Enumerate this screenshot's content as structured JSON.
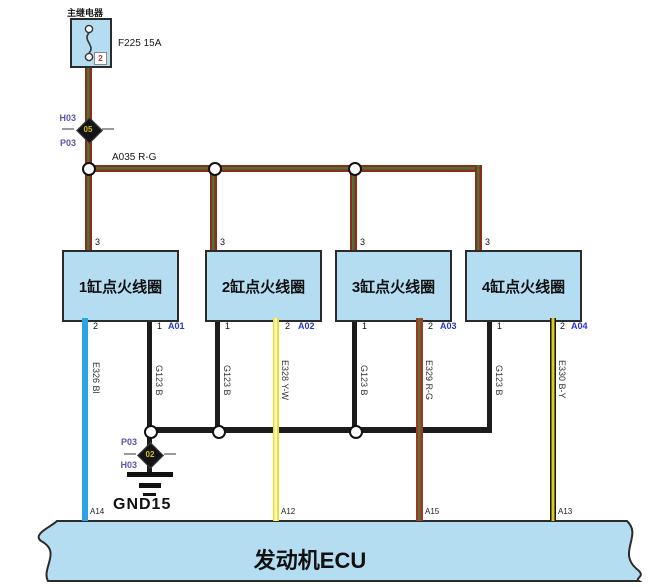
{
  "relay": {
    "title": "主继电器",
    "fuse_label": "F225 15A",
    "terminal": "2"
  },
  "top_connector": {
    "label_top": "H03",
    "label_bottom": "P03",
    "code": "05"
  },
  "power_bus": {
    "wire_label": "A035 R-G"
  },
  "coils": [
    {
      "name": "1缸点火线圈",
      "terminal_top": "3",
      "terminal_left": "2",
      "terminal_right": "1",
      "connector_pin": "A01"
    },
    {
      "name": "2缸点火线圈",
      "terminal_top": "3",
      "terminal_left": "1",
      "terminal_right": "2",
      "connector_pin": "A02"
    },
    {
      "name": "3缸点火线圈",
      "terminal_top": "3",
      "terminal_left": "1",
      "terminal_right": "2",
      "connector_pin": "A03"
    },
    {
      "name": "4缸点火线圈",
      "terminal_top": "3",
      "terminal_left": "1",
      "terminal_right": "2",
      "connector_pin": "A04"
    }
  ],
  "wire_labels": {
    "e326": "E326 Bl",
    "g123_1": "G123 B",
    "g123_2": "G123 B",
    "e328": "E328 Y-W",
    "g123_3": "G123 B",
    "e329": "E329 R-G",
    "g123_4": "G123 B",
    "e330": "E330 B-Y"
  },
  "bottom_connector": {
    "label_top": "P03",
    "label_bottom": "H03",
    "code": "02"
  },
  "ground": {
    "label": "GND15"
  },
  "ecu": {
    "title": "发动机ECU",
    "pins": [
      "A14",
      "A12",
      "A15",
      "A13"
    ]
  },
  "colors": {
    "box_fill": "#b5ddf2",
    "wire_red_green": "#8e2a1e",
    "wire_green_stripe": "#4b7631",
    "wire_blue": "#2aa4e4",
    "wire_yellow": "#ecde25",
    "wire_black": "#1c1c1c",
    "wire_black_yellow": "#ddca1f",
    "pin_label_blue": "#2a35c8",
    "connector_label_purple": "#5c55a9",
    "relay_terminal_red": "#c6293a",
    "diamond_code_yellow": "#cfc01a"
  }
}
